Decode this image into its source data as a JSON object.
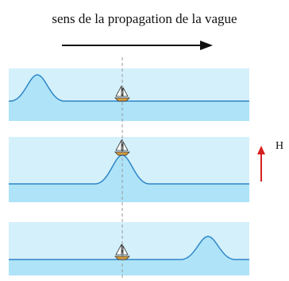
{
  "title": "sens de la propagation de la vague",
  "height_label": "H",
  "colors": {
    "water": "#aee3f8",
    "water_line": "#2e86c8",
    "wave_band": "#d4f0fb",
    "arrow": "#111111",
    "height_arrow": "#d62020",
    "boat_hull": "#d89b3a",
    "sail": "#ffffff",
    "boat_outline": "#333333",
    "dashed_line": "#999999"
  },
  "panels": [
    {
      "wave_position": "left"
    },
    {
      "wave_position": "center"
    },
    {
      "wave_position": "right"
    }
  ],
  "icons": [
    "boat-icon",
    "direction-arrow",
    "height-arrow"
  ]
}
